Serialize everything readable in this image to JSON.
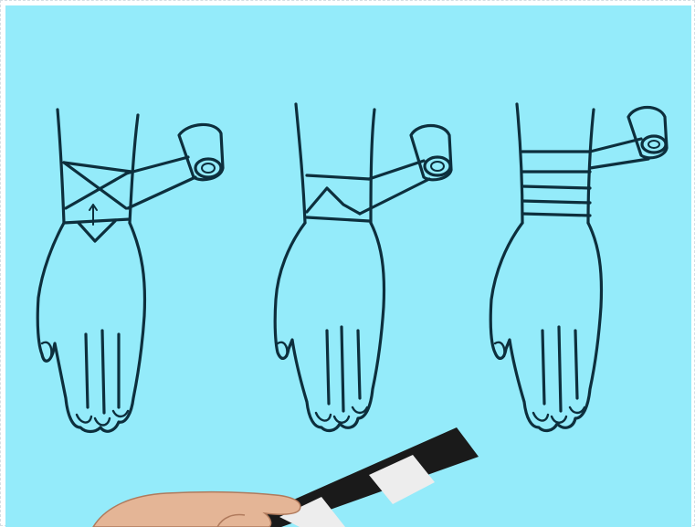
{
  "scene": {
    "background_color": "#94ebfa",
    "line_color": "#0d2f3d",
    "hands": [
      {
        "name": "hand-figure-eight-wrap",
        "wrap_style": "figure-eight"
      },
      {
        "name": "hand-crossed-wrap",
        "wrap_style": "crossed"
      },
      {
        "name": "hand-circular-wrap",
        "wrap_style": "circular"
      }
    ],
    "props": {
      "bandage_roll_icon": "bandage-roll-icon",
      "clapperboard_icon": "clapperboard-icon",
      "hand_holding_icon": "hand-icon"
    }
  }
}
